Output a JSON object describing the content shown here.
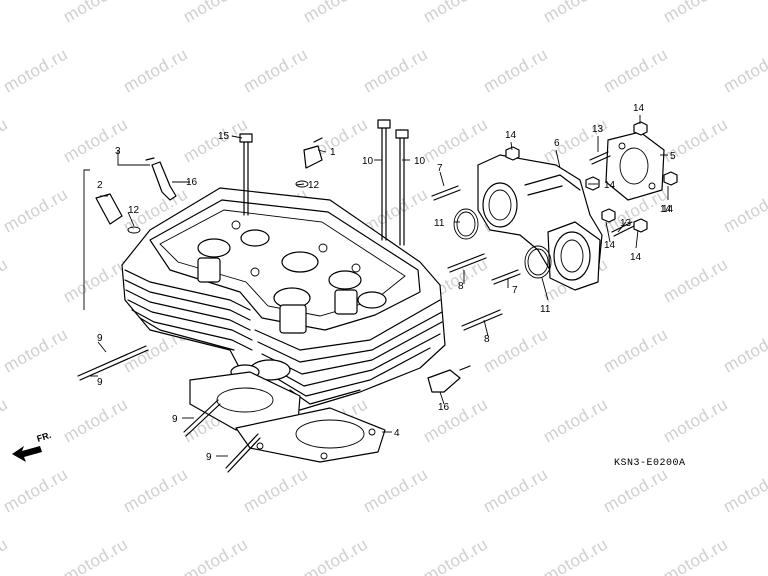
{
  "diagram": {
    "watermark": "motod.ru",
    "diagram_code": "KSN3-E0200A",
    "front_indicator": "FR.",
    "callouts": [
      {
        "id": "c15",
        "label": "15"
      },
      {
        "id": "c1",
        "label": "1"
      },
      {
        "id": "c3",
        "label": "3"
      },
      {
        "id": "c10a",
        "label": "10"
      },
      {
        "id": "c10b",
        "label": "10"
      },
      {
        "id": "c12a",
        "label": "12"
      },
      {
        "id": "c16a",
        "label": "16"
      },
      {
        "id": "c2",
        "label": "2"
      },
      {
        "id": "c12b",
        "label": "12"
      },
      {
        "id": "c14a",
        "label": "14"
      },
      {
        "id": "c6",
        "label": "6"
      },
      {
        "id": "c13a",
        "label": "13"
      },
      {
        "id": "c14b",
        "label": "14"
      },
      {
        "id": "c5",
        "label": "5"
      },
      {
        "id": "c14c",
        "label": "14"
      },
      {
        "id": "c7a",
        "label": "7"
      },
      {
        "id": "c14d",
        "label": "14"
      },
      {
        "id": "c14e",
        "label": "14"
      },
      {
        "id": "c11a",
        "label": "11"
      },
      {
        "id": "c13b",
        "label": "13"
      },
      {
        "id": "c14f",
        "label": "14"
      },
      {
        "id": "c14g",
        "label": "14"
      },
      {
        "id": "c8a",
        "label": "8"
      },
      {
        "id": "c7b",
        "label": "7"
      },
      {
        "id": "c11b",
        "label": "11"
      },
      {
        "id": "c8b",
        "label": "8"
      },
      {
        "id": "c9a",
        "label": "9"
      },
      {
        "id": "c9b",
        "label": "9"
      },
      {
        "id": "c16b",
        "label": "16"
      },
      {
        "id": "c9c",
        "label": "9"
      },
      {
        "id": "c4",
        "label": "4"
      },
      {
        "id": "c9d",
        "label": "9"
      }
    ]
  }
}
